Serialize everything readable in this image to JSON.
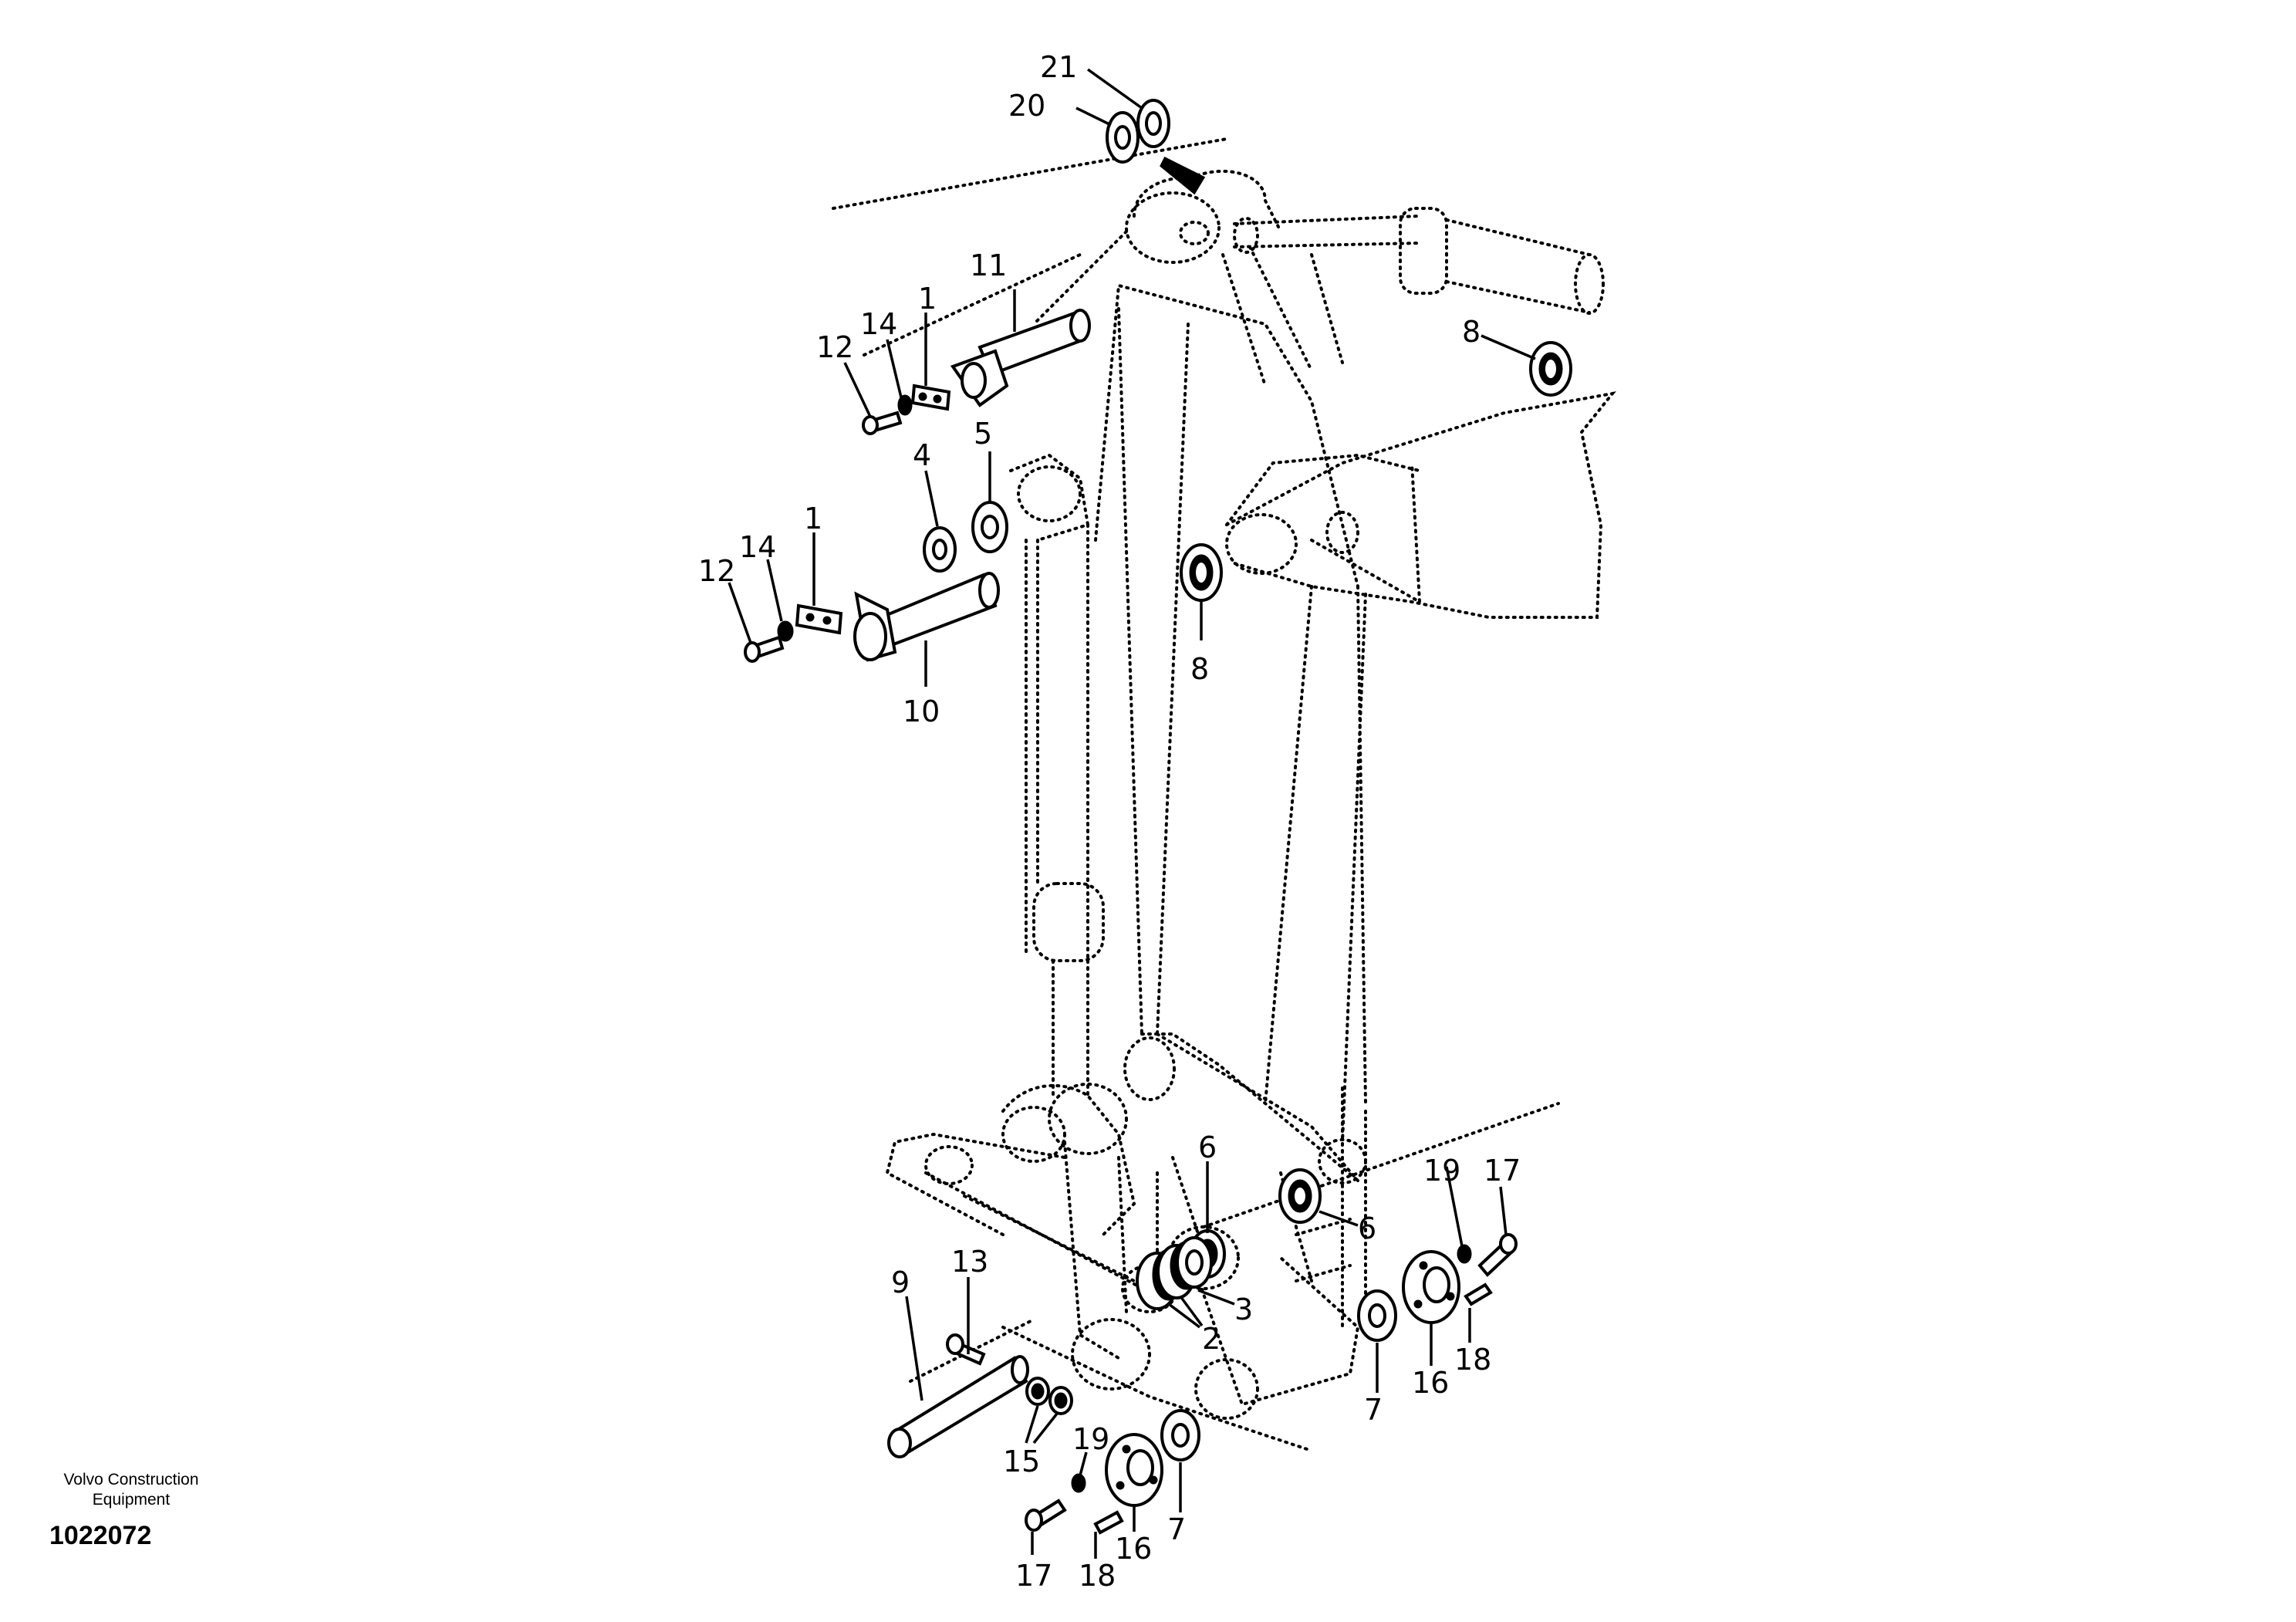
{
  "footer": {
    "brand_line1": "Volvo Construction",
    "brand_line2": "Equipment",
    "document_number": "1022072"
  },
  "callouts": {
    "n1": "1",
    "n2": "2",
    "n3": "3",
    "n4": "4",
    "n5": "5",
    "n6": "6",
    "n7": "7",
    "n8": "8",
    "n9": "9",
    "n10": "10",
    "n11": "11",
    "n12": "12",
    "n13": "13",
    "n14": "14",
    "n15": "15",
    "n16": "16",
    "n17": "17",
    "n18": "18",
    "n19": "19",
    "n20": "20",
    "n21": "21"
  }
}
